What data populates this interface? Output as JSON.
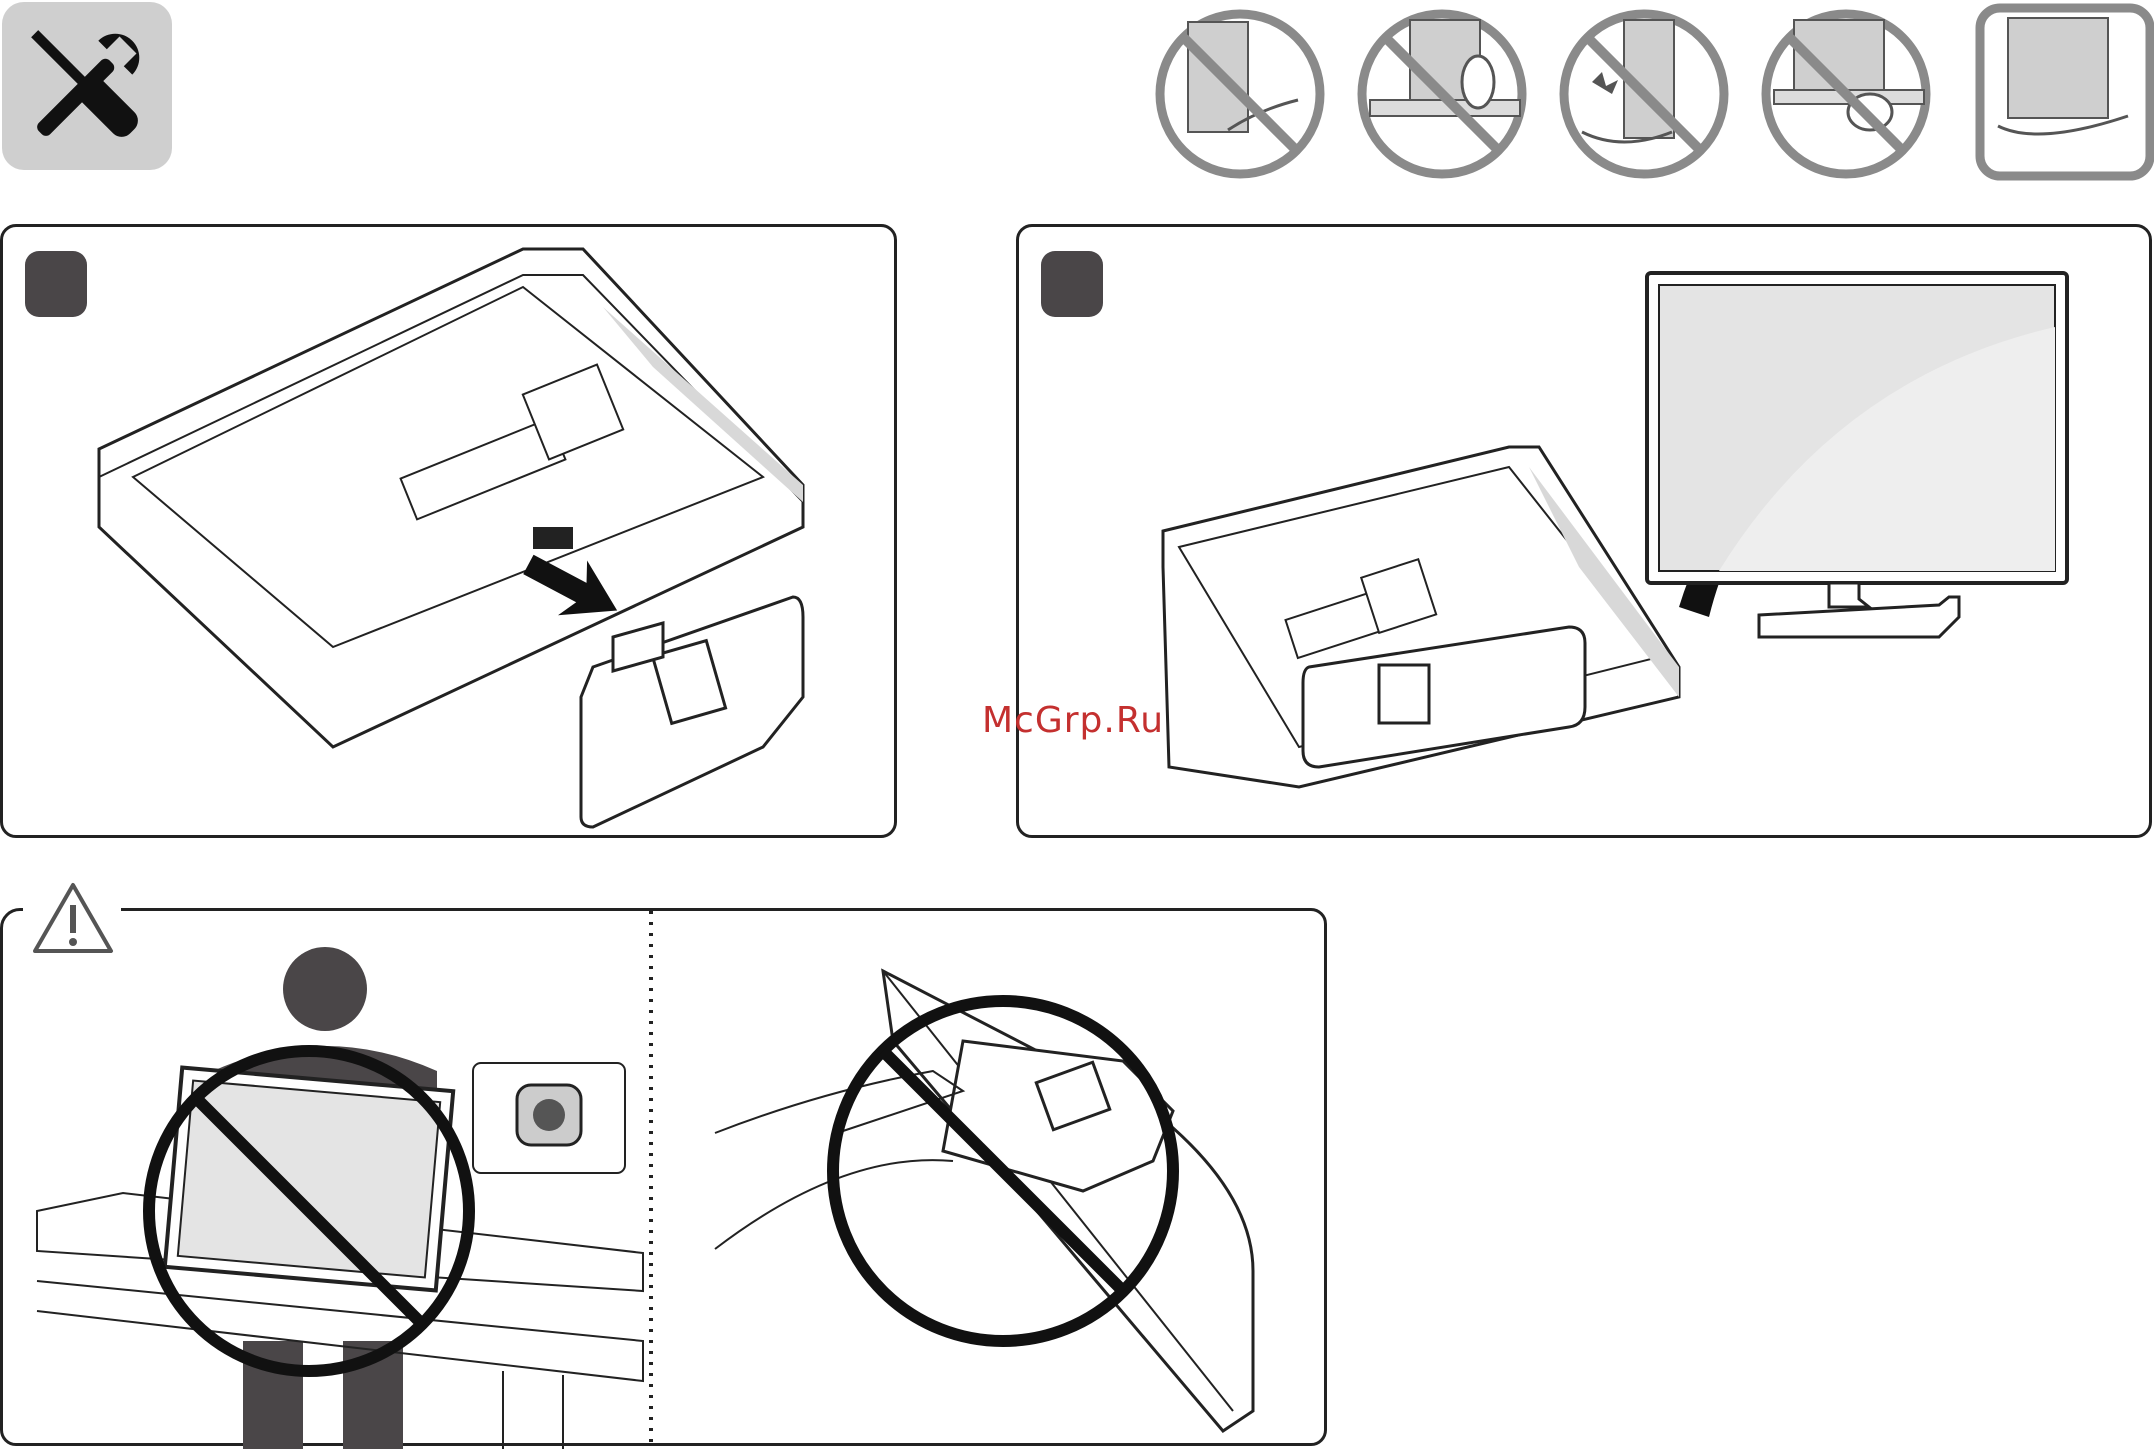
{
  "watermark": {
    "text": "McGrp.Ru",
    "color": "#c4302f"
  },
  "header": {
    "tools_icon": "screwdriver-wrench-icon",
    "handling_icons": [
      {
        "name": "no-hold-screen-bottom-icon",
        "prohibited": true
      },
      {
        "name": "no-grip-screen-side-icon",
        "prohibited": true
      },
      {
        "name": "no-press-screen-icon",
        "prohibited": true
      },
      {
        "name": "no-grab-screen-corner-icon",
        "prohibited": true
      },
      {
        "name": "support-from-below-icon",
        "prohibited": false
      }
    ]
  },
  "steps": [
    {
      "id": 1,
      "illustration": "insert-stand-into-tv-back"
    },
    {
      "id": 2,
      "illustration": "lift-tv-upright-on-stand"
    }
  ],
  "caution": {
    "icon": "warning-triangle-icon",
    "scenes": [
      {
        "illustration": "do-not-carry-by-screen",
        "prohibited": true
      },
      {
        "illustration": "do-not-hold-by-stand",
        "prohibited": true
      }
    ]
  },
  "colors": {
    "line": "#222222",
    "badge": "#4a4648",
    "icon_gray": "#8a8a8a",
    "silhouette": "#4a4648"
  }
}
